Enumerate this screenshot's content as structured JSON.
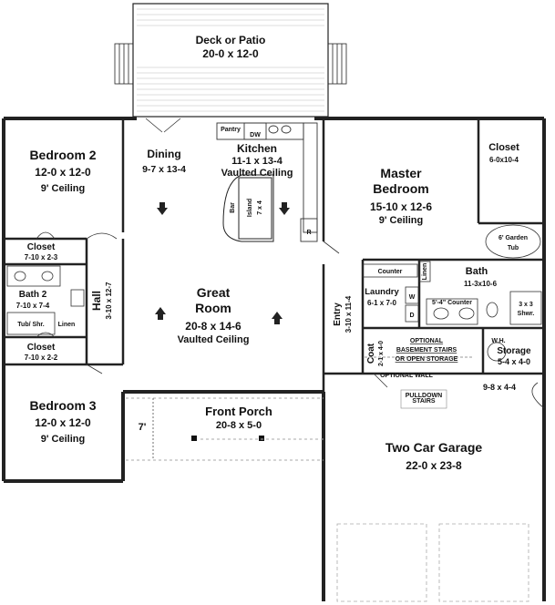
{
  "rooms": {
    "deck": {
      "name": "Deck or Patio",
      "dim": "20-0 x 12-0"
    },
    "dining": {
      "name": "Dining",
      "dim": "9-7 x 13-4"
    },
    "kitchen": {
      "name": "Kitchen",
      "dim": "11-1 x 13-4",
      "note": "Vaulted Ceiling"
    },
    "bedroom2": {
      "name": "Bedroom 2",
      "dim": "12-0 x 12-0",
      "note": "9' Ceiling"
    },
    "closet_b2": {
      "name": "Closet",
      "dim": "7-10 x 2-3"
    },
    "bath2": {
      "name": "Bath 2",
      "dim": "7-10 x 7-4"
    },
    "hall": {
      "name": "Hall",
      "dim": "3-10 x 12-7"
    },
    "closet_hall": {
      "name": "Closet",
      "dim": "7-10 x 2-2"
    },
    "bedroom3": {
      "name": "Bedroom 3",
      "dim": "12-0 x 12-0",
      "note": "9' Ceiling"
    },
    "great_room": {
      "name": "Great",
      "name2": "Room",
      "dim": "20-8 x 14-6",
      "note": "Vaulted Ceiling"
    },
    "front_porch": {
      "name": "Front Porch",
      "dim": "20-8 x 5-0"
    },
    "master": {
      "name": "Master",
      "name2": "Bedroom",
      "dim": "15-10 x 12-6",
      "note": "9' Ceiling"
    },
    "master_closet": {
      "name": "Closet",
      "dim": "6-0x10-4"
    },
    "bath_master": {
      "name": "Bath",
      "dim": "11-3x10-6"
    },
    "laundry": {
      "name": "Laundry",
      "dim": "6-1 x 7-0"
    },
    "entry": {
      "name": "Entry",
      "dim": "3-10 x 11-4"
    },
    "coat": {
      "name": "Coat",
      "dim": "2-1 x 4-0"
    },
    "storage": {
      "name": "Storage",
      "dim": "5-4 x 4-0"
    },
    "garage": {
      "name": "Two Car Garage",
      "dim": "22-0 x 23-8"
    }
  },
  "fixtures": {
    "pantry": "Pantry",
    "dw": "DW",
    "bar": "Bar",
    "island": "Island",
    "island_dim": "7 x 4",
    "r": "R",
    "garden_tub": "6' Garden",
    "garden_tub2": "Tub",
    "counter_master": "5'-4\" Counter",
    "shower": "3 x 3",
    "shower2": "Shwr.",
    "counter_laundry": "Counter",
    "linen": "Linen",
    "linen2": "Linen",
    "w": "W",
    "d": "D",
    "tub_shr": "Tub/ Shr.",
    "wh": "W.H.",
    "optional_stairs": "OPTIONAL",
    "optional_stairs2": "BASEMENT STAIRS",
    "optional_stairs3": "OR OPEN STORAGE",
    "optional_wall": "OPTIONAL WALL",
    "pulldown": "PULLDOWN",
    "pulldown2": "STAIRS",
    "garage_extra": "9-8 x 4-4",
    "porch_depth": "7'"
  }
}
